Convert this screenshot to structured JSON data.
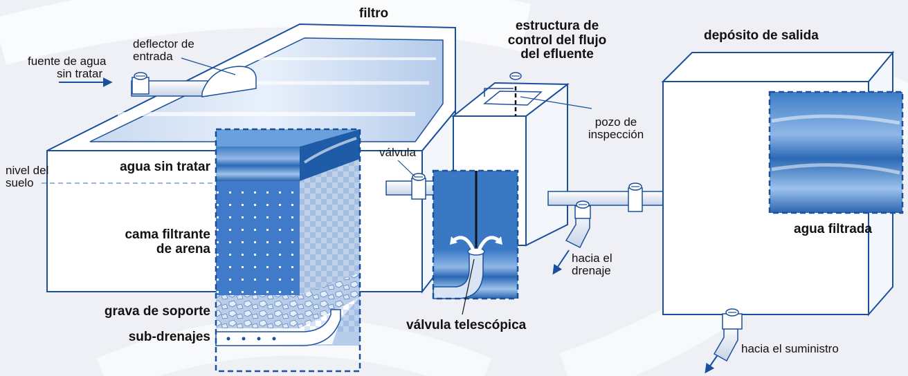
{
  "colors": {
    "water_dark": "#1f5ca8",
    "water_light": "#8fb7e6",
    "outline": "#1a4f9c",
    "structure_fill": "#ffffff",
    "background": "#eef0f6"
  },
  "titles": {
    "filter": "filtro",
    "flow_control": [
      "estructura de",
      "control del flujo",
      "del efluente"
    ],
    "outlet_tank": "depósito de salida"
  },
  "labels": {
    "raw_water_source": [
      "fuente de agua",
      "sin tratar"
    ],
    "inlet_deflector": [
      "deflector de",
      "entrada"
    ],
    "ground_level": [
      "nivel del",
      "suelo"
    ],
    "raw_water": "agua sin tratar",
    "sand_bed": [
      "cama filtrante",
      "de arena"
    ],
    "support_gravel": "grava de soporte",
    "underdrains": "sub-drenajes",
    "valve": "válvula",
    "inspection_well": [
      "pozo de",
      "inspección"
    ],
    "telescopic_valve": "válvula telescópica",
    "to_drain": [
      "hacia el",
      "drenaje"
    ],
    "filtered_water": "agua filtrada",
    "to_supply": "hacia el suministro"
  },
  "icons": {
    "valve": "valve-wheel-icon",
    "flow_arrow": "flow-arrow-icon"
  }
}
